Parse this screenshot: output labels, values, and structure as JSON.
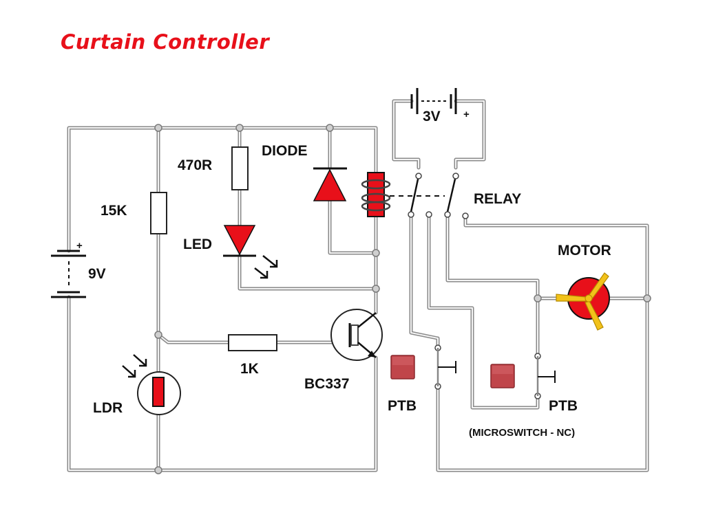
{
  "title": "Curtain Controller",
  "labels": {
    "battery_9v": "9V",
    "battery_3v": "3V",
    "plus": "+",
    "r_15k": "15K",
    "r_470r": "470R",
    "led": "LED",
    "diode": "DIODE",
    "relay": "RELAY",
    "motor": "MOTOR",
    "r_1k": "1K",
    "transistor": "BC337",
    "ldr": "LDR",
    "ptb_left": "PTB",
    "ptb_right": "PTB",
    "microswitch": "(MICROSWITCH - NC)"
  },
  "colors": {
    "title": "#e8101a",
    "component_red": "#e8101a",
    "wire": "#8a8a8a",
    "motor_blade": "#f2c21a",
    "button": "#c0454a"
  }
}
